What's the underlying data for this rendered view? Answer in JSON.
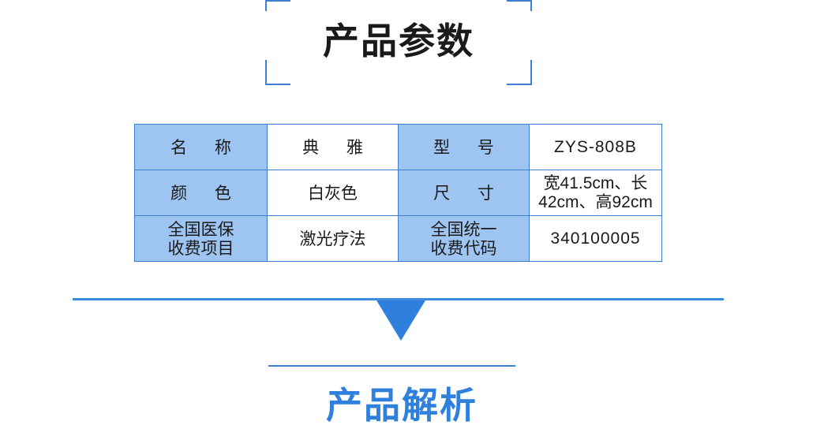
{
  "header": {
    "title": "产品参数"
  },
  "params": {
    "row1": {
      "key1": "名 称",
      "val1": "典 雅",
      "key2": "型 号",
      "val2": "ZYS-808B"
    },
    "row2": {
      "key1": "颜 色",
      "val1": "白灰色",
      "key2": "尺 寸",
      "val2_line1": "宽41.5cm、长",
      "val2_line2": "42cm、高92cm"
    },
    "row3": {
      "key1_line1": "全国医保",
      "key1_line2": "收费项目",
      "val1": "激光疗法",
      "key2_line1": "全国统一",
      "key2_line2": "收费代码",
      "val2": "340100005"
    }
  },
  "section2": {
    "title": "产品解析"
  },
  "colors": {
    "accent": "#2f7fdc",
    "header_cell": "#9ec4f2",
    "border": "#3c7fd0"
  }
}
